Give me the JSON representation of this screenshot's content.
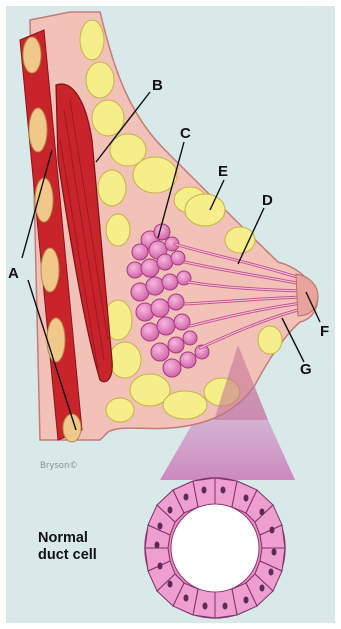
{
  "labels": {
    "A": "A",
    "B": "B",
    "C": "C",
    "D": "D",
    "E": "E",
    "F": "F",
    "G": "G"
  },
  "caption": {
    "line1": "Normal",
    "line2": "duct cell"
  },
  "credit": "Bryson©",
  "colors": {
    "background": "#d9e8e9",
    "skin": "#f2c2b9",
    "muscle": "#c9232b",
    "fat": "#f5ee8a",
    "lobule": "#e078b3",
    "cell": "#ee9fd0",
    "nucleus": "#5a2a5a"
  }
}
